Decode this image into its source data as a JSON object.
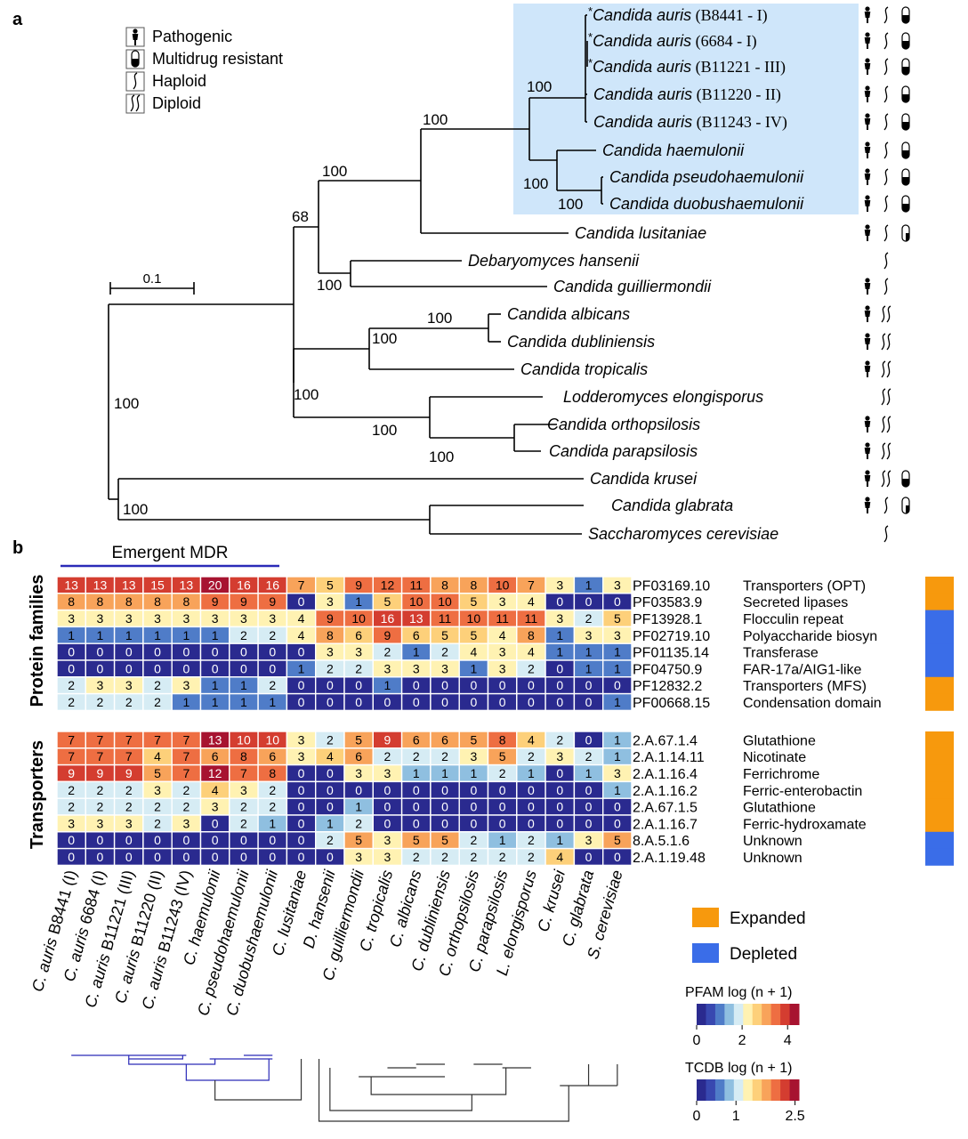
{
  "panel_a": {
    "label": "a",
    "legend": [
      {
        "icon": "pathogenic-icon",
        "label": "Pathogenic"
      },
      {
        "icon": "multidrug-resistant-icon",
        "label": "Multidrug resistant"
      },
      {
        "icon": "haploid-icon",
        "label": "Haploid"
      },
      {
        "icon": "diploid-icon",
        "label": "Diploid"
      }
    ],
    "scale_bar": "0.1",
    "taxa": [
      {
        "genus": "Candida",
        "species": "auris",
        "strain": "(B8441 - I)",
        "star": true,
        "pathogenic": true,
        "ploidy": "haploid",
        "mdr": "full"
      },
      {
        "genus": "Candida",
        "species": "auris",
        "strain": "(6684 - I)",
        "star": true,
        "pathogenic": true,
        "ploidy": "haploid",
        "mdr": "full"
      },
      {
        "genus": "Candida",
        "species": "auris",
        "strain": "(B11221 - III)",
        "star": true,
        "pathogenic": true,
        "ploidy": "haploid",
        "mdr": "full"
      },
      {
        "genus": "Candida",
        "species": "auris",
        "strain": "(B11220 - II)",
        "star": false,
        "pathogenic": true,
        "ploidy": "haploid",
        "mdr": "full"
      },
      {
        "genus": "Candida",
        "species": "auris",
        "strain": "(B11243 - IV)",
        "star": false,
        "pathogenic": true,
        "ploidy": "haploid",
        "mdr": "full"
      },
      {
        "genus": "Candida",
        "species": "haemulonii",
        "strain": "",
        "star": false,
        "pathogenic": true,
        "ploidy": "haploid",
        "mdr": "full"
      },
      {
        "genus": "Candida",
        "species": "pseudohaemulonii",
        "strain": "",
        "star": false,
        "pathogenic": true,
        "ploidy": "haploid",
        "mdr": "full"
      },
      {
        "genus": "Candida",
        "species": "duobushaemulonii",
        "strain": "",
        "star": false,
        "pathogenic": true,
        "ploidy": "haploid",
        "mdr": "full"
      },
      {
        "genus": "Candida",
        "species": "lusitaniae",
        "strain": "",
        "star": false,
        "pathogenic": true,
        "ploidy": "haploid",
        "mdr": "half"
      },
      {
        "genus": "Debaryomyces",
        "species": "hansenii",
        "strain": "",
        "star": false,
        "pathogenic": false,
        "ploidy": "haploid",
        "mdr": "none"
      },
      {
        "genus": "Candida",
        "species": "guilliermondii",
        "strain": "",
        "star": false,
        "pathogenic": true,
        "ploidy": "haploid",
        "mdr": "none"
      },
      {
        "genus": "Candida",
        "species": "albicans",
        "strain": "",
        "star": false,
        "pathogenic": true,
        "ploidy": "diploid",
        "mdr": "none"
      },
      {
        "genus": "Candida",
        "species": "dubliniensis",
        "strain": "",
        "star": false,
        "pathogenic": true,
        "ploidy": "diploid",
        "mdr": "none"
      },
      {
        "genus": "Candida",
        "species": "tropicalis",
        "strain": "",
        "star": false,
        "pathogenic": true,
        "ploidy": "diploid",
        "mdr": "none"
      },
      {
        "genus": "Lodderomyces",
        "species": "elongisporus",
        "strain": "",
        "star": false,
        "pathogenic": false,
        "ploidy": "diploid",
        "mdr": "none"
      },
      {
        "genus": "Candida",
        "species": "orthopsilosis",
        "strain": "",
        "star": false,
        "pathogenic": true,
        "ploidy": "diploid",
        "mdr": "none"
      },
      {
        "genus": "Candida",
        "species": "parapsilosis",
        "strain": "",
        "star": false,
        "pathogenic": true,
        "ploidy": "diploid",
        "mdr": "none"
      },
      {
        "genus": "Candida",
        "species": "krusei",
        "strain": "",
        "star": false,
        "pathogenic": true,
        "ploidy": "diploid",
        "mdr": "full"
      },
      {
        "genus": "Candida",
        "species": "glabrata",
        "strain": "",
        "star": false,
        "pathogenic": true,
        "ploidy": "haploid",
        "mdr": "half"
      },
      {
        "genus": "Saccharomyces",
        "species": "cerevisiae",
        "strain": "",
        "star": false,
        "pathogenic": false,
        "ploidy": "haploid",
        "mdr": "none"
      }
    ],
    "bootstrap": [
      "100",
      "100",
      "100",
      "68",
      "100",
      "100",
      "100",
      "100",
      "100",
      "100",
      "100",
      "100",
      "100",
      "100"
    ],
    "highlight_color": "#cfe6fa"
  },
  "panel_b": {
    "label": "b",
    "group_label": "Emergent MDR",
    "group_color": "#2b2bb8",
    "row_group_titles": [
      "Protein families",
      "Transporters"
    ],
    "columns": [
      "C. auris B8441 (I)",
      "C. auris 6684 (I)",
      "C. auris B11221 (III)",
      "C. auris B11220 (II)",
      "C. auris B11243 (IV)",
      "C. haemulonii",
      "C. pseudohaemulonii",
      "C. duobushaemulonii",
      "C. lusitaniae",
      "D. hansenii",
      "C. guilliermondii",
      "C. tropicalis",
      "C. albicans",
      "C. dubliniensis",
      "C. orthopsilosis",
      "C. parapsilosis",
      "L. elongisporus",
      "C. krusei",
      "C. glabrata",
      "S. cerevisiae"
    ],
    "protein_families": [
      {
        "id": "PF03169.10",
        "name": "Transporters (OPT)",
        "status": "Expanded",
        "values": [
          13,
          13,
          13,
          15,
          13,
          20,
          16,
          16,
          7,
          5,
          9,
          12,
          11,
          8,
          8,
          10,
          7,
          3,
          1,
          3
        ]
      },
      {
        "id": "PF03583.9",
        "name": "Secreted lipases",
        "status": "Expanded",
        "values": [
          8,
          8,
          8,
          8,
          8,
          9,
          9,
          9,
          0,
          3,
          1,
          5,
          10,
          10,
          5,
          3,
          4,
          0,
          0,
          0
        ]
      },
      {
        "id": "PF13928.1",
        "name": "Flocculin repeat",
        "status": "Depleted",
        "values": [
          3,
          3,
          3,
          3,
          3,
          3,
          3,
          3,
          4,
          9,
          10,
          16,
          13,
          11,
          10,
          11,
          11,
          3,
          2,
          5
        ]
      },
      {
        "id": "PF02719.10",
        "name": "Polyaccharide biosyn",
        "status": "Depleted",
        "values": [
          1,
          1,
          1,
          1,
          1,
          1,
          2,
          2,
          4,
          8,
          6,
          9,
          6,
          5,
          5,
          4,
          8,
          1,
          3,
          3
        ]
      },
      {
        "id": "PF01135.14",
        "name": "Transferase",
        "status": "Depleted",
        "values": [
          0,
          0,
          0,
          0,
          0,
          0,
          0,
          0,
          0,
          3,
          3,
          2,
          1,
          2,
          4,
          3,
          4,
          1,
          1,
          1
        ]
      },
      {
        "id": "PF04750.9",
        "name": "FAR-17a/AIG1-like",
        "status": "Depleted",
        "values": [
          0,
          0,
          0,
          0,
          0,
          0,
          0,
          0,
          1,
          2,
          2,
          3,
          3,
          3,
          1,
          3,
          2,
          0,
          1,
          1
        ]
      },
      {
        "id": "PF12832.2",
        "name": "Transporters (MFS)",
        "status": "Expanded",
        "values": [
          2,
          3,
          3,
          2,
          3,
          1,
          1,
          2,
          0,
          0,
          0,
          1,
          0,
          0,
          0,
          0,
          0,
          0,
          0,
          0
        ]
      },
      {
        "id": "PF00668.15",
        "name": "Condensation domain",
        "status": "Expanded",
        "values": [
          2,
          2,
          2,
          2,
          1,
          1,
          1,
          1,
          0,
          0,
          0,
          0,
          0,
          0,
          0,
          0,
          0,
          0,
          0,
          1
        ]
      }
    ],
    "transporters": [
      {
        "id": "2.A.67.1.4",
        "name": "Glutathione",
        "status": "Expanded",
        "values": [
          7,
          7,
          7,
          7,
          7,
          13,
          10,
          10,
          3,
          2,
          5,
          9,
          6,
          6,
          5,
          8,
          4,
          2,
          0,
          1
        ]
      },
      {
        "id": "2.A.1.14.11",
        "name": "Nicotinate",
        "status": "Expanded",
        "values": [
          7,
          7,
          7,
          4,
          7,
          6,
          8,
          6,
          3,
          4,
          6,
          2,
          2,
          2,
          3,
          5,
          2,
          3,
          2,
          1
        ]
      },
      {
        "id": "2.A.1.16.4",
        "name": "Ferrichrome",
        "status": "Expanded",
        "values": [
          9,
          9,
          9,
          5,
          7,
          12,
          7,
          8,
          0,
          0,
          3,
          3,
          1,
          1,
          1,
          2,
          1,
          0,
          1,
          3
        ]
      },
      {
        "id": "2.A.1.16.2",
        "name": "Ferric-enterobactin",
        "status": "Expanded",
        "values": [
          2,
          2,
          2,
          3,
          2,
          4,
          3,
          2,
          0,
          0,
          0,
          0,
          0,
          0,
          0,
          0,
          0,
          0,
          0,
          1
        ]
      },
      {
        "id": "2.A.67.1.5",
        "name": "Glutathione",
        "status": "Expanded",
        "values": [
          2,
          2,
          2,
          2,
          2,
          3,
          2,
          2,
          0,
          0,
          1,
          0,
          0,
          0,
          0,
          0,
          0,
          0,
          0,
          0
        ]
      },
      {
        "id": "2.A.1.16.7",
        "name": "Ferric-hydroxamate",
        "status": "Expanded",
        "values": [
          3,
          3,
          3,
          2,
          3,
          0,
          2,
          1,
          0,
          1,
          2,
          0,
          0,
          0,
          0,
          0,
          0,
          0,
          0,
          0
        ]
      },
      {
        "id": "8.A.5.1.6",
        "name": "Unknown",
        "status": "Depleted",
        "values": [
          0,
          0,
          0,
          0,
          0,
          0,
          0,
          0,
          0,
          2,
          5,
          3,
          5,
          5,
          2,
          1,
          2,
          1,
          3,
          5
        ]
      },
      {
        "id": "2.A.1.19.48",
        "name": "Unknown",
        "status": "Depleted",
        "values": [
          0,
          0,
          0,
          0,
          0,
          0,
          0,
          0,
          0,
          0,
          3,
          3,
          2,
          2,
          2,
          2,
          2,
          4,
          0,
          0
        ]
      }
    ],
    "status_legend": [
      {
        "label": "Expanded",
        "color": "#f7990d"
      },
      {
        "label": "Depleted",
        "color": "#3a6de8"
      }
    ],
    "colorbars": [
      {
        "title": "PFAM log (n + 1)",
        "ticks": [
          "0",
          "2",
          "4"
        ],
        "max": 4.5
      },
      {
        "title": "TCDB log (n + 1)",
        "ticks": [
          "0",
          "1",
          "2.5"
        ],
        "max": 2.6
      }
    ],
    "palette": [
      "#2a2a8f",
      "#3848b0",
      "#4f7cc8",
      "#8fbfe0",
      "#d6ecf4",
      "#fff2b2",
      "#fdd07a",
      "#f8a35a",
      "#ee6e42",
      "#d43d30",
      "#a71330"
    ]
  }
}
